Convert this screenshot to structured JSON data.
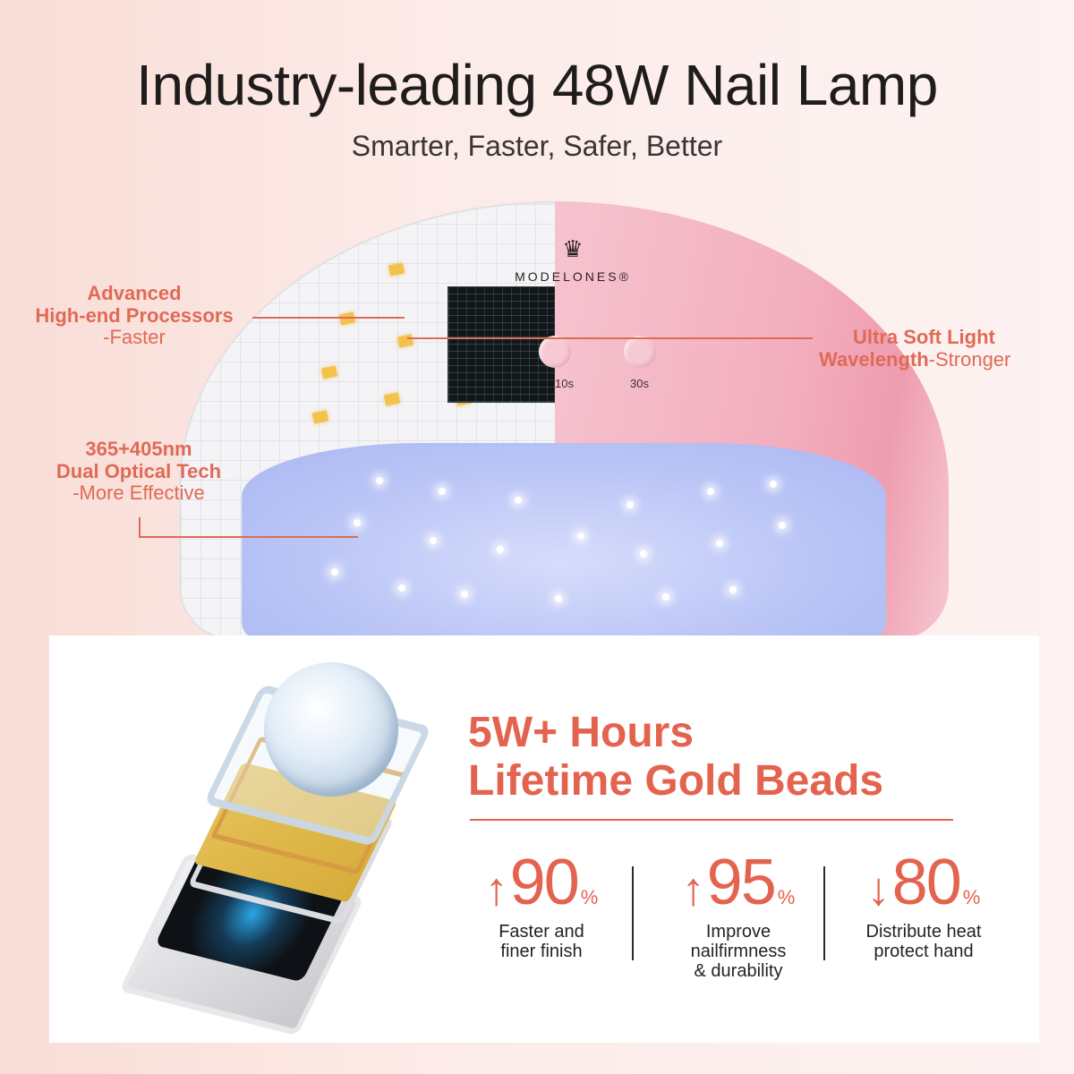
{
  "header": {
    "title": "Industry-leading 48W Nail Lamp",
    "subtitle": "Smarter, Faster, Safer, Better"
  },
  "lamp": {
    "brand_icon": "bee-crown-logo-icon",
    "brand_name": "MODELONES®",
    "timer_buttons": [
      {
        "label": "10s"
      },
      {
        "label": "30s"
      }
    ]
  },
  "callouts": [
    {
      "line1": "Advanced",
      "line2": "High-end Processors",
      "line3": "-Faster"
    },
    {
      "line1": "365+405nm",
      "line2": "Dual Optical Tech",
      "line3": "-More Effective"
    },
    {
      "line1": "Ultra Soft Light",
      "line2_bold": "Wavelength",
      "line2_light": "-Stronger"
    }
  ],
  "feature_card": {
    "title_line1": "5W+ Hours",
    "title_line2": "Lifetime Gold Beads",
    "stats": [
      {
        "arrow": "↑",
        "direction": "up",
        "value": "90",
        "unit": "%",
        "desc": [
          "Faster and",
          "finer finish"
        ]
      },
      {
        "arrow": "↑",
        "direction": "up",
        "value": "95",
        "unit": "%",
        "desc": [
          "Improve",
          "nailfirmness",
          "& durability"
        ]
      },
      {
        "arrow": "↓",
        "direction": "down",
        "value": "80",
        "unit": "%",
        "desc": [
          "Distribute heat",
          "protect hand"
        ]
      }
    ]
  },
  "colors": {
    "accent": "#e4634f",
    "title_text": "#1f1c1c",
    "lamp_pink": "#f3afbf",
    "led_blue": "#b9c4f6",
    "background": "#fcebe8"
  }
}
